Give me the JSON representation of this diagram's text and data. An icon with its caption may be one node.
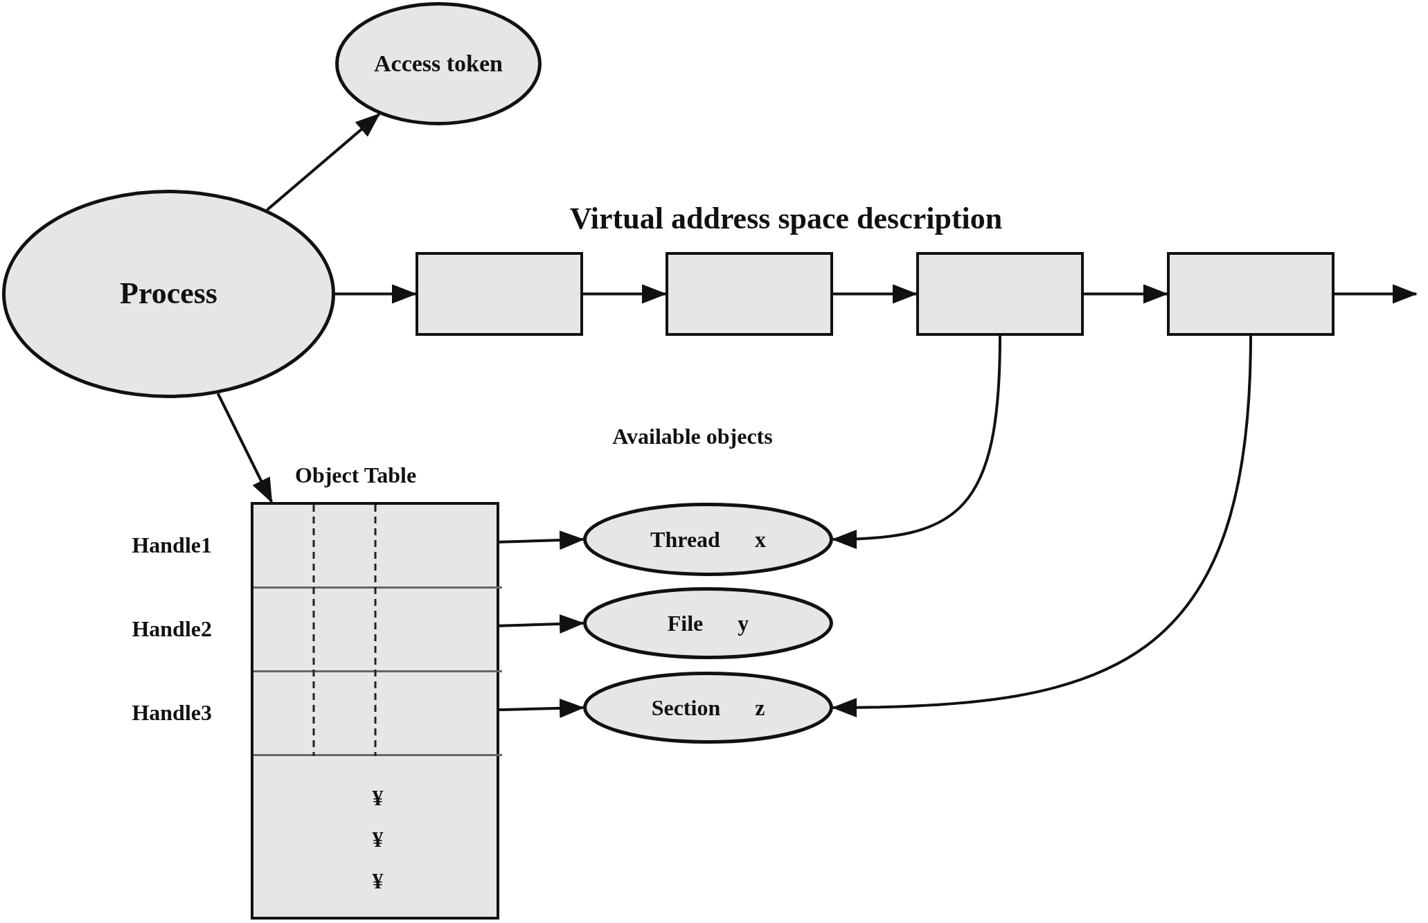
{
  "diagram": {
    "nodes": [
      {
        "text": [
          "Process"
        ]
      },
      {
        "text": [
          "Access token"
        ]
      },
      {
        "text": [],
        "shape": "box"
      },
      {
        "text": [],
        "shape": "box"
      },
      {
        "text": [],
        "shape": "box"
      },
      {
        "text": [],
        "shape": "box"
      },
      {
        "text": [
          "Object Table"
        ]
      },
      {
        "text": [],
        "shape": "box",
        "in": 6,
        "beside": [
          "Handle1"
        ]
      },
      {
        "text": [],
        "shape": "box",
        "in": 6,
        "beside": [
          "Handle2"
        ]
      },
      {
        "text": [],
        "shape": "box",
        "in": 6,
        "beside": [
          "Handle3"
        ]
      },
      {
        "text": [
          "¥ ¥ ¥"
        ],
        "in": 6
      },
      {
        "text": [
          "Thread",
          "x"
        ]
      },
      {
        "text": [
          "File",
          "y"
        ]
      },
      {
        "text": [
          "Section",
          "z"
        ]
      }
    ],
    "edges": [
      {
        "from": 0,
        "to": 1,
        "arrow": "to"
      },
      {
        "from": 0,
        "to": 2,
        "arrow": "to"
      },
      {
        "from": 2,
        "to": 3,
        "arrow": "to"
      },
      {
        "from": 3,
        "to": 4,
        "arrow": "to"
      },
      {
        "from": 4,
        "to": 5,
        "arrow": "to"
      },
      {
        "from": 5,
        "to": null,
        "arrow": "to"
      },
      {
        "from": 0,
        "to": 6,
        "arrow": "to"
      },
      {
        "from": 7,
        "to": 11,
        "arrow": "to"
      },
      {
        "from": 8,
        "to": 12,
        "arrow": "to"
      },
      {
        "from": 9,
        "to": 13,
        "arrow": "to"
      },
      {
        "from": 4,
        "to": 11,
        "arrow": "to"
      },
      {
        "from": 5,
        "to": 13,
        "arrow": "to"
      }
    ],
    "labels": [
      "Virtual address space description",
      "Available objects"
    ]
  }
}
